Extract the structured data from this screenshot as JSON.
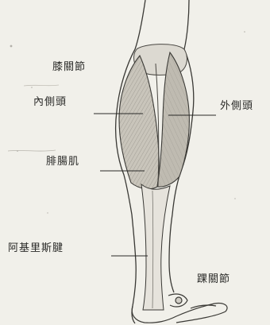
{
  "labels": {
    "knee_joint": "膝關節",
    "medial_head": "內側頭",
    "lateral_head": "外側頭",
    "gastrocnemius": "腓腸肌",
    "achilles_tendon": "阿基里斯腱",
    "ankle_joint": "踝關節"
  },
  "colors": {
    "paper": "#f1f0ea",
    "ink": "#2a2a28",
    "muscle_shade": "#8d8a82"
  }
}
